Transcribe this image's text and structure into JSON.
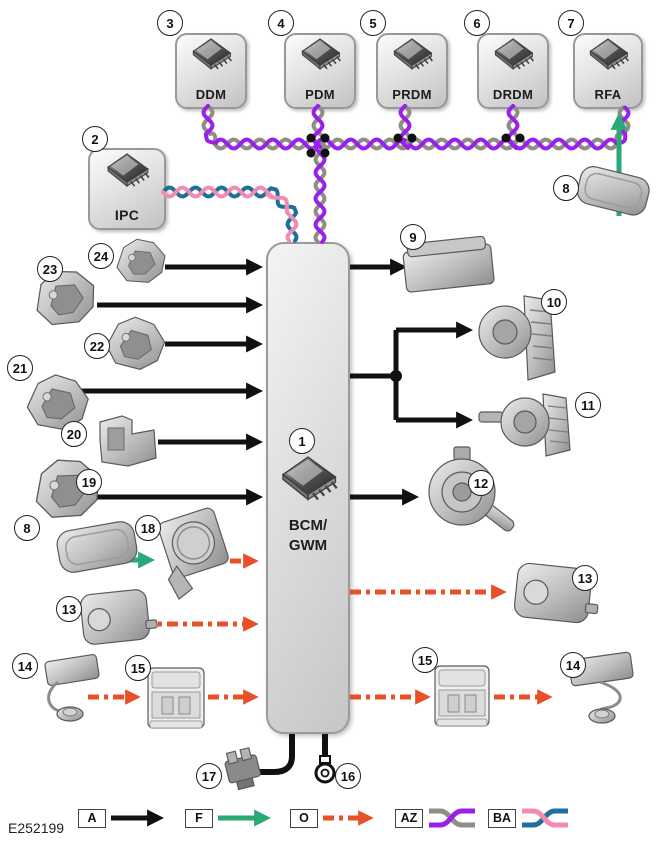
{
  "figure_id": "E252199",
  "colors": {
    "purple": "#9b1fe8",
    "gray_wire": "#8f8d85",
    "pink": "#f08cb4",
    "blue": "#1f6e9c",
    "green": "#2aa876",
    "orange": "#e8502a",
    "black": "#111111"
  },
  "hub": {
    "label_line1": "BCM/",
    "label_line2": "GWM"
  },
  "modules": {
    "ipc": {
      "label": "IPC"
    },
    "top": [
      {
        "label": "DDM"
      },
      {
        "label": "PDM"
      },
      {
        "label": "PRDM"
      },
      {
        "label": "DRDM"
      },
      {
        "label": "RFA"
      }
    ]
  },
  "callouts": {
    "bcm": "1",
    "ipc": "2",
    "ddm": "3",
    "pdm": "4",
    "prdm": "5",
    "drdm": "6",
    "rfa": "7",
    "key_fob_top": "8",
    "key_fob_left": "8",
    "receiver": "9",
    "horn_1": "10",
    "horn_2": "11",
    "siren": "12",
    "lamp_right": "13",
    "lamp_left": "13",
    "antenna_left": "14",
    "antenna_right": "14",
    "module_left": "15",
    "module_right": "15",
    "ground": "16",
    "fuse": "17",
    "antenna_unit": "18",
    "part_19": "19",
    "part_20": "20",
    "part_21": "21",
    "part_22": "22",
    "part_23": "23",
    "part_24": "24"
  },
  "legend": {
    "items": [
      {
        "code": "A"
      },
      {
        "code": "F"
      },
      {
        "code": "O"
      },
      {
        "code": "AZ"
      },
      {
        "code": "BA"
      }
    ]
  }
}
